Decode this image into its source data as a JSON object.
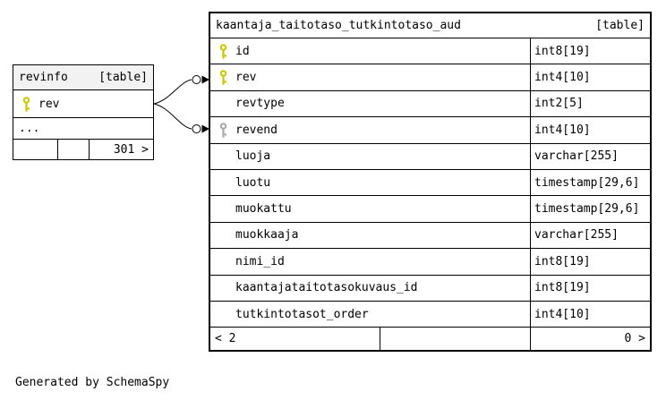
{
  "diagram": {
    "footer_note": "Generated by SchemaSpy"
  },
  "colors": {
    "primary_key": "#c9c900",
    "foreign_key": "#aaaaaa",
    "border": "#000000",
    "related_header_bg": "#f2f2f2"
  },
  "main_table": {
    "name": "kaantaja_taitotaso_tutkintotaso_aud",
    "badge": "[table]",
    "columns": [
      {
        "name": "id",
        "type": "int8[19]",
        "key": "primary"
      },
      {
        "name": "rev",
        "type": "int4[10]",
        "key": "primary"
      },
      {
        "name": "revtype",
        "type": "int2[5]",
        "key": "none"
      },
      {
        "name": "revend",
        "type": "int4[10]",
        "key": "foreign"
      },
      {
        "name": "luoja",
        "type": "varchar[255]",
        "key": "none"
      },
      {
        "name": "luotu",
        "type": "timestamp[29,6]",
        "key": "none"
      },
      {
        "name": "muokattu",
        "type": "timestamp[29,6]",
        "key": "none"
      },
      {
        "name": "muokkaaja",
        "type": "varchar[255]",
        "key": "none"
      },
      {
        "name": "nimi_id",
        "type": "int8[19]",
        "key": "none"
      },
      {
        "name": "kaantajataitotasokuvaus_id",
        "type": "int8[19]",
        "key": "none"
      },
      {
        "name": "tutkintotasot_order",
        "type": "int4[10]",
        "key": "none"
      }
    ],
    "footer": {
      "left": "< 2",
      "middle": "",
      "right": "0 >"
    }
  },
  "revinfo_table": {
    "name": "revinfo",
    "badge": "[table]",
    "columns": [
      {
        "name": "rev",
        "key": "primary"
      }
    ],
    "ellipsis": "...",
    "footer": {
      "left": "",
      "middle": "",
      "right": "301 >"
    }
  }
}
